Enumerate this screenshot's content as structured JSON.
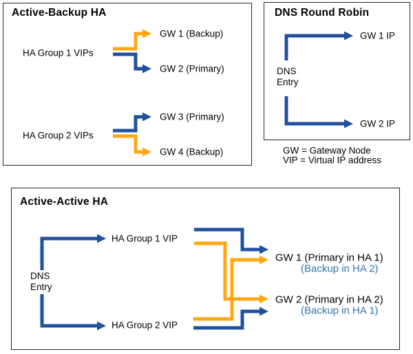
{
  "colors": {
    "blue": "#1F519E",
    "orange": "#FFA713",
    "label_blue": "#2E74B5",
    "border": "#222222",
    "text": "#000000",
    "background": "#FFFFFF"
  },
  "boxes": {
    "active_backup": {
      "title": "Active-Backup HA",
      "groups": [
        {
          "label": "HA Group 1 VIPs",
          "targets": [
            {
              "label": "GW 1 (Backup)",
              "color": "orange"
            },
            {
              "label": "GW 2 (Primary)",
              "color": "blue"
            }
          ]
        },
        {
          "label": "HA Group 2 VIPs",
          "targets": [
            {
              "label": "GW 3 (Primary)",
              "color": "blue"
            },
            {
              "label": "GW 4 (Backup)",
              "color": "orange"
            }
          ]
        }
      ]
    },
    "dns_round_robin": {
      "title": "DNS Round Robin",
      "source": {
        "line1": "DNS",
        "line2": "Entry"
      },
      "targets": [
        {
          "label": "GW 1 IP",
          "color": "blue"
        },
        {
          "label": "GW 2 IP",
          "color": "blue"
        }
      ]
    },
    "active_active": {
      "title": "Active-Active HA",
      "source": {
        "line1": "DNS",
        "line2": "Entry"
      },
      "vips": [
        {
          "label": "HA Group 1 VIP"
        },
        {
          "label": "HA Group 2 VIP"
        }
      ],
      "gateways": [
        {
          "label": "GW 1 (Primary in HA 1)",
          "sublabel": "(Backup in HA 2)"
        },
        {
          "label": "GW 2 (Primary in HA 2)",
          "sublabel": "(Backup in HA 1)"
        }
      ]
    }
  },
  "legend": {
    "line1": "GW = Gateway Node",
    "line2": "VIP = Virtual IP address"
  }
}
